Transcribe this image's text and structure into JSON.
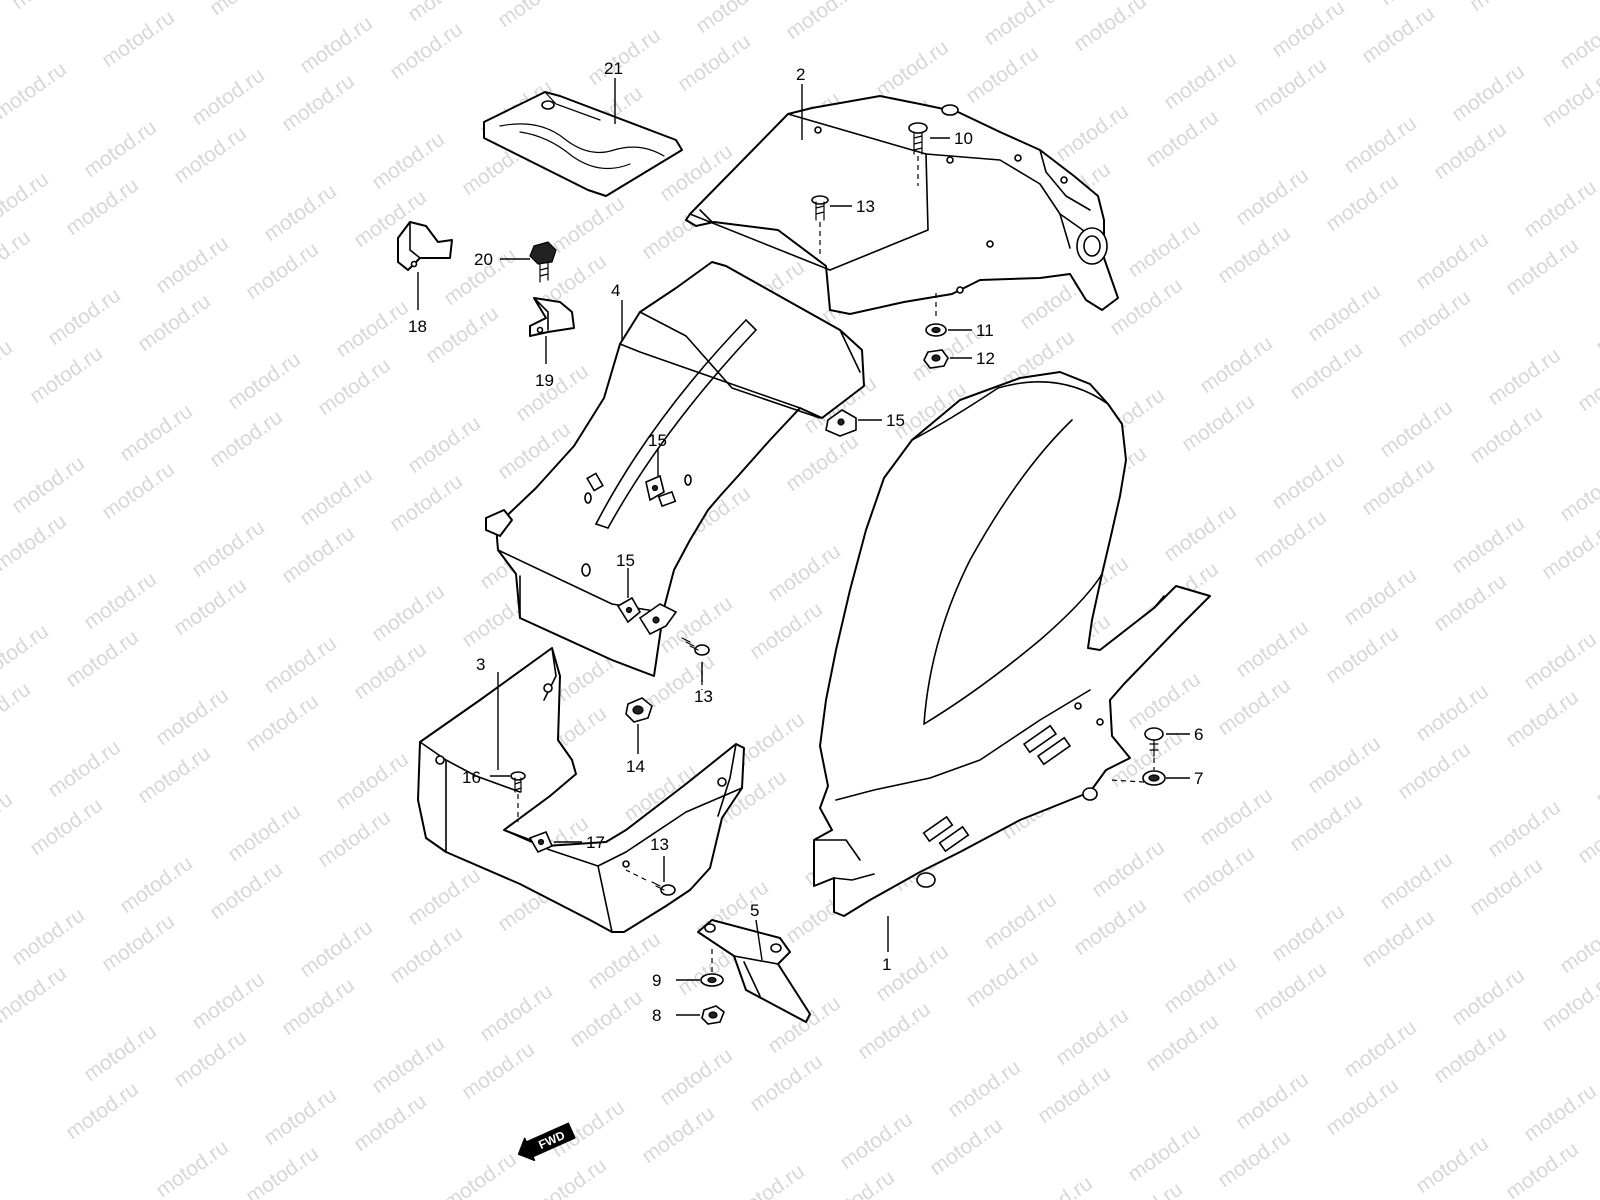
{
  "watermark": {
    "text": "motod.ru"
  },
  "direction_marker": {
    "label": "FWD"
  },
  "callouts": [
    {
      "id": "c21",
      "label": "21"
    },
    {
      "id": "c2",
      "label": "2"
    },
    {
      "id": "c10",
      "label": "10"
    },
    {
      "id": "c13a",
      "label": "13"
    },
    {
      "id": "c20",
      "label": "20"
    },
    {
      "id": "c18",
      "label": "18"
    },
    {
      "id": "c4",
      "label": "4"
    },
    {
      "id": "c19",
      "label": "19"
    },
    {
      "id": "c11",
      "label": "11"
    },
    {
      "id": "c12",
      "label": "12"
    },
    {
      "id": "c15a",
      "label": "15"
    },
    {
      "id": "c15b",
      "label": "15"
    },
    {
      "id": "c15c",
      "label": "15"
    },
    {
      "id": "c13b",
      "label": "13"
    },
    {
      "id": "c3",
      "label": "3"
    },
    {
      "id": "c14",
      "label": "14"
    },
    {
      "id": "c16",
      "label": "16"
    },
    {
      "id": "c17",
      "label": "17"
    },
    {
      "id": "c13c",
      "label": "13"
    },
    {
      "id": "c6",
      "label": "6"
    },
    {
      "id": "c7",
      "label": "7"
    },
    {
      "id": "c5",
      "label": "5"
    },
    {
      "id": "c1",
      "label": "1"
    },
    {
      "id": "c9",
      "label": "9"
    },
    {
      "id": "c8",
      "label": "8"
    }
  ]
}
